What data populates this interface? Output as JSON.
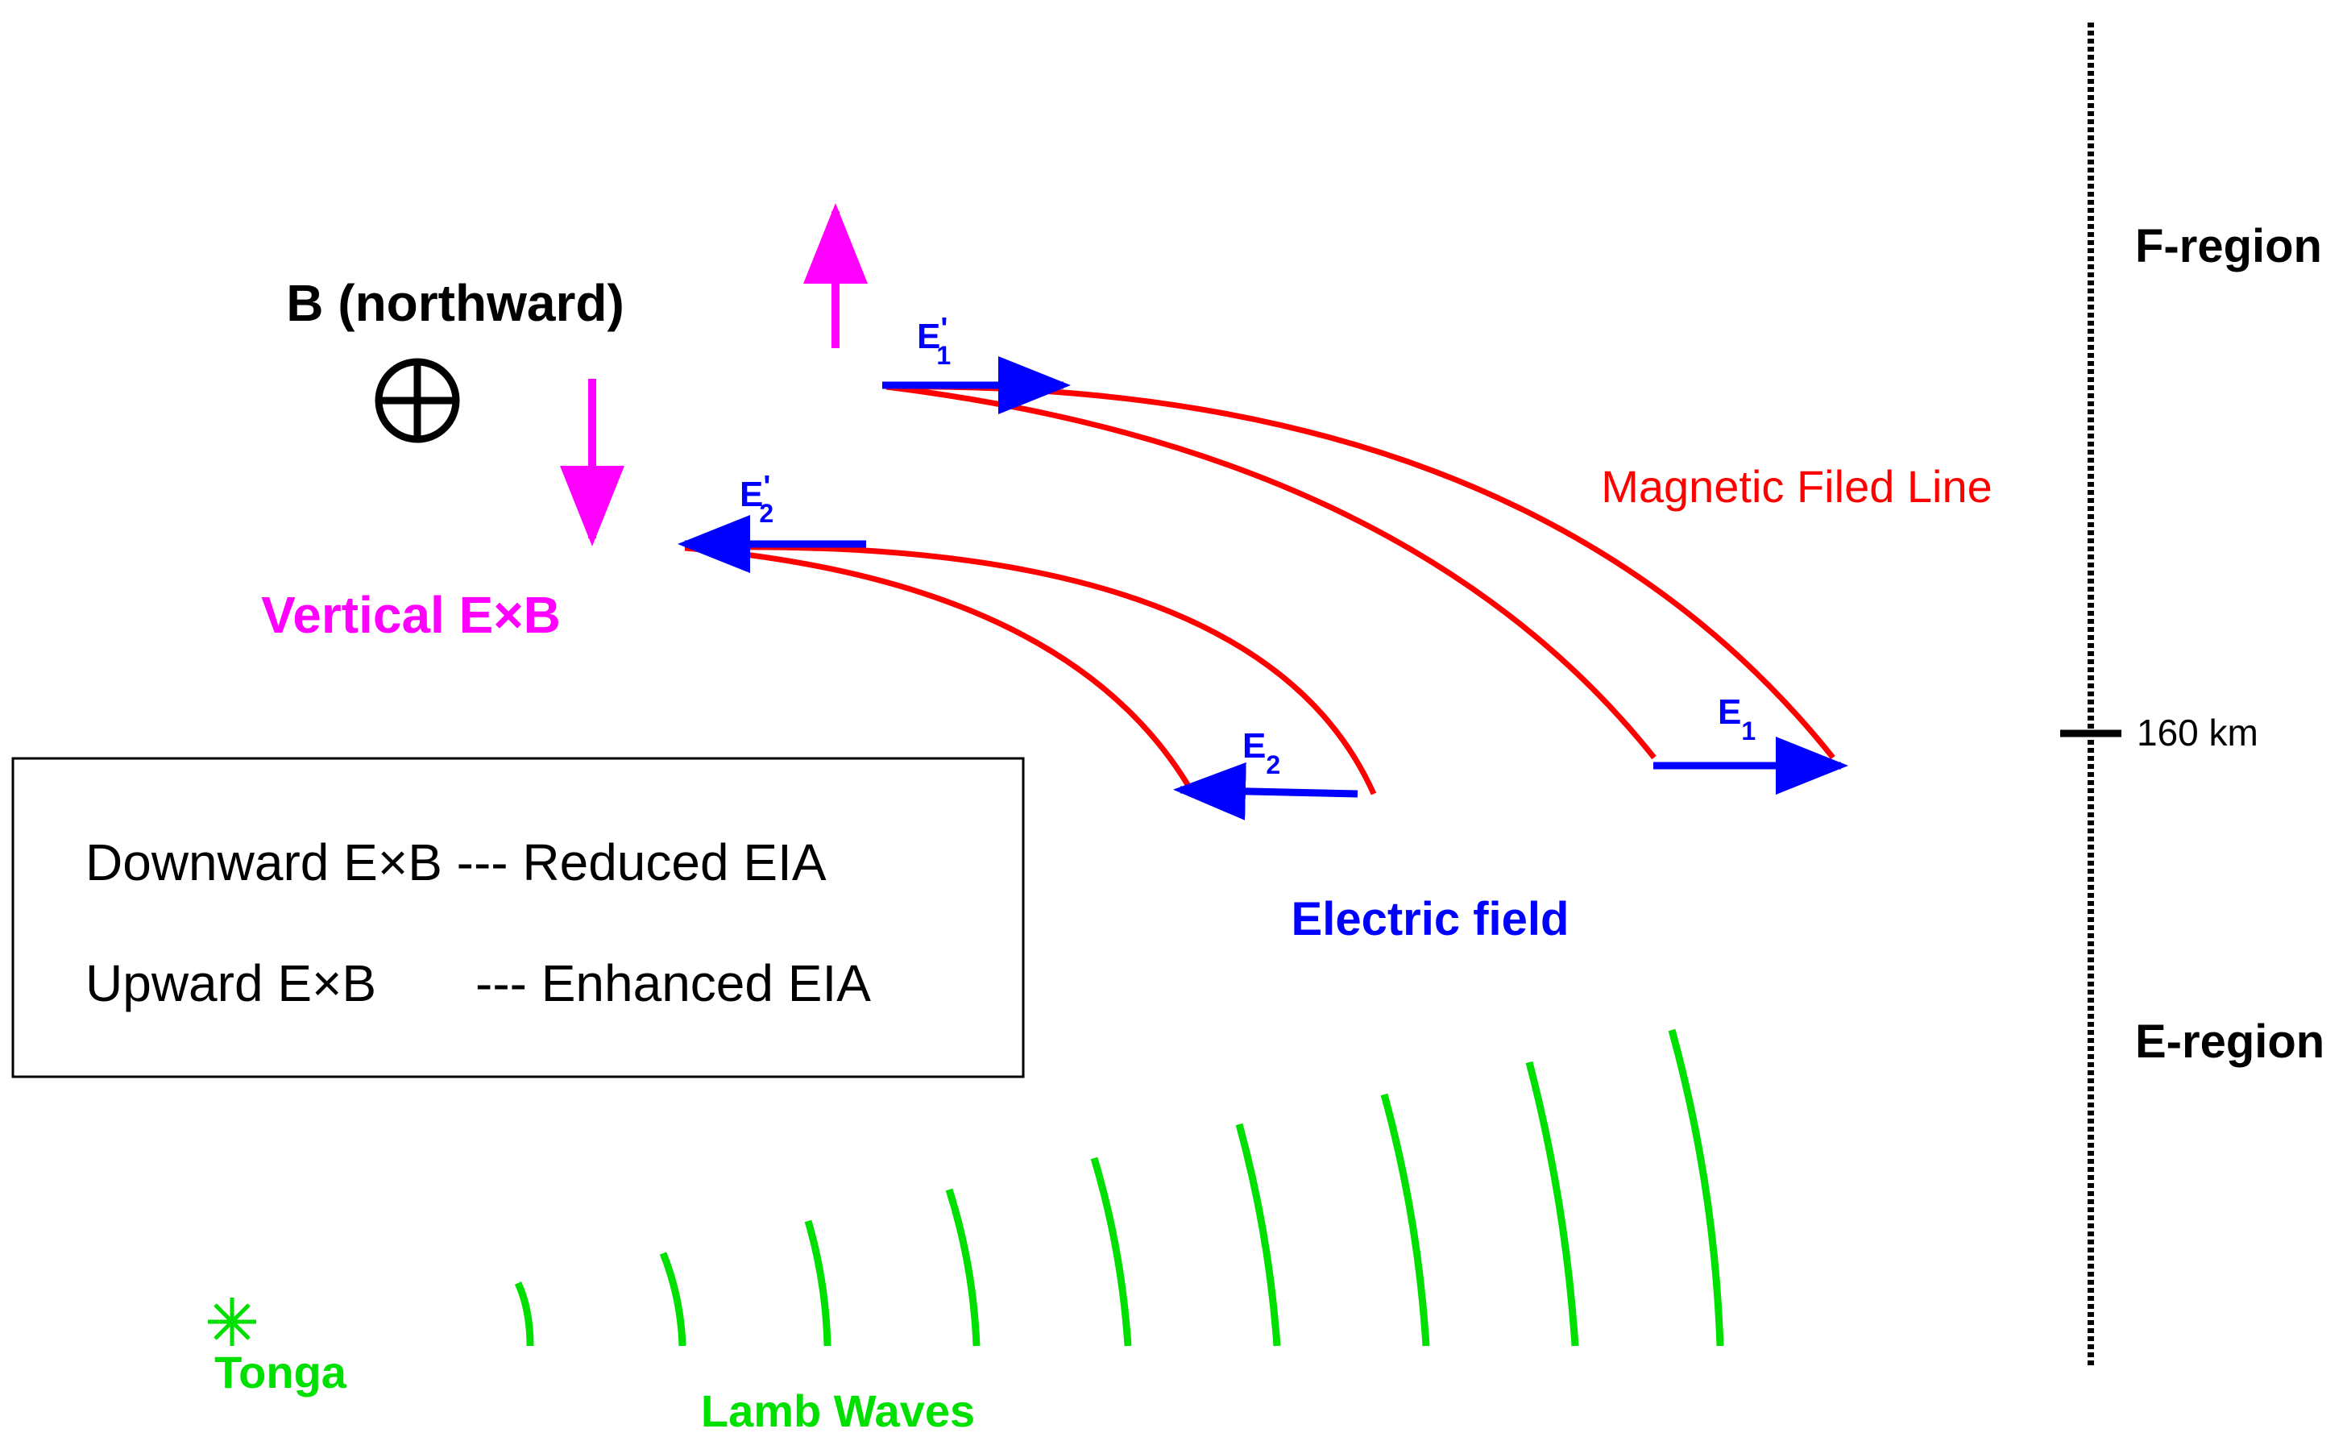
{
  "b_field": {
    "label": "B (northward)",
    "symbol": "circle-plus-icon"
  },
  "exb": {
    "label": "Vertical E×B"
  },
  "electric_field": {
    "label": "Electric field",
    "e1_prime_base": "E",
    "e1_prime_mark": "'",
    "e1_prime_sub": "1",
    "e2_prime_base": "E",
    "e2_prime_mark": "'",
    "e2_prime_sub": "2",
    "e1_base": "E",
    "e1_sub": "1",
    "e2_base": "E",
    "e2_sub": "2"
  },
  "magnetic_line": {
    "label": "Magnetic Filed Line"
  },
  "legend": {
    "line1": "Downward E×B --- Reduced EIA",
    "line2_left": "Upward E×B",
    "line2_right": "--- Enhanced EIA"
  },
  "altitude_scale": {
    "f_region": "F-region",
    "e_region": "E-region",
    "marker": "160 km"
  },
  "source": {
    "label": "Tonga",
    "waves_label": "Lamb Waves"
  },
  "colors": {
    "magenta": "#ff00ff",
    "blue": "#0000ff",
    "red": "#ff0000",
    "green": "#00e000",
    "black": "#000000"
  }
}
